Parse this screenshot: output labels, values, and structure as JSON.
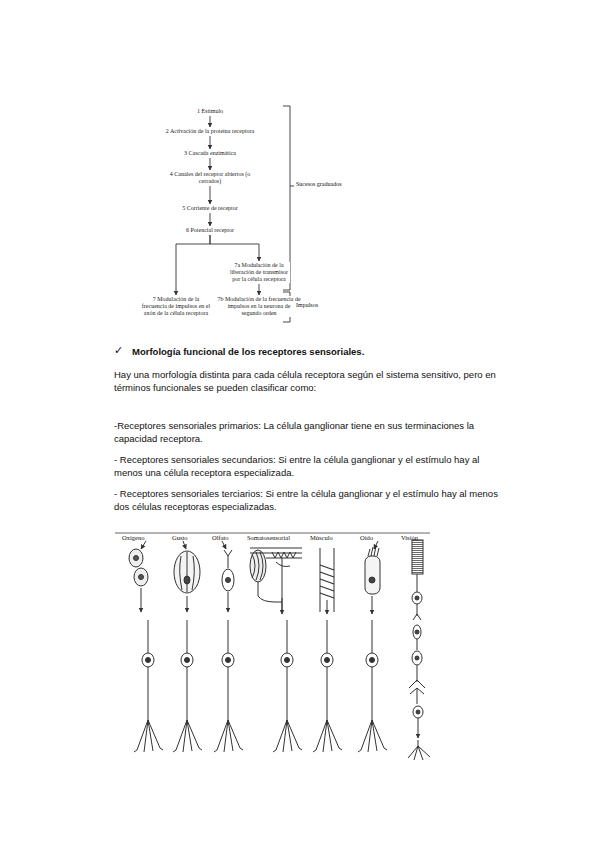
{
  "diagram": {
    "nodes": [
      {
        "text": [
          "1 Estímulo"
        ]
      },
      {
        "text": [
          "2 Activación de la proteína receptora"
        ]
      },
      {
        "text": [
          "3 Cascada enzimática"
        ]
      },
      {
        "text": [
          "4 Canales del receptor abiertos (o cerrados)"
        ]
      },
      {
        "text": [
          "5 Corriente de receptor"
        ]
      },
      {
        "text": [
          "6 Potencial receptor"
        ]
      },
      {
        "text": [
          "7a Modulación de la liberación de transmisor por la célula receptora"
        ]
      },
      {
        "text": [
          "7 Modulación de la frecuencia de impulsos en el axón de la célula receptora"
        ]
      },
      {
        "text": [
          "7b Modulación de la frecuencia de impulsos en la neurona de segundo orden"
        ]
      }
    ],
    "edges": [
      {
        "from": 0,
        "to": 1,
        "arrow": "to"
      },
      {
        "from": 1,
        "to": 2,
        "arrow": "to"
      },
      {
        "from": 2,
        "to": 3,
        "arrow": "to"
      },
      {
        "from": 3,
        "to": 4,
        "arrow": "to"
      },
      {
        "from": 4,
        "to": 5,
        "arrow": "to"
      },
      {
        "from": 5,
        "to": 7,
        "arrow": "to"
      },
      {
        "from": 5,
        "to": 6,
        "arrow": "to"
      },
      {
        "from": 6,
        "to": 8,
        "arrow": "to"
      }
    ],
    "labels": [
      "Sucesos graduados",
      "Impulsos",
      "✓",
      "Morfología funcional de los receptores sensoriales.",
      "Hay una morfología distinta para cada célula receptora según el sistema sensitivo, pero en términos funcionales se pueden clasificar como:",
      "-Receptores sensoriales primarios: La célula ganglionar tiene en sus terminaciones la capacidad receptora.",
      "- Receptores sensoriales secundarios: Si entre la célula ganglionar y el estímulo hay al menos una célula receptora especializada.",
      "- Receptores sensoriales terciarios: Si entre la célula ganglionar y el estímulo hay al menos dos células receptoras especializadas.",
      "Oxígeno",
      "Gusto",
      "Olfato",
      "Somatosensorial",
      "Músculo",
      "Oído",
      "Visión"
    ]
  }
}
